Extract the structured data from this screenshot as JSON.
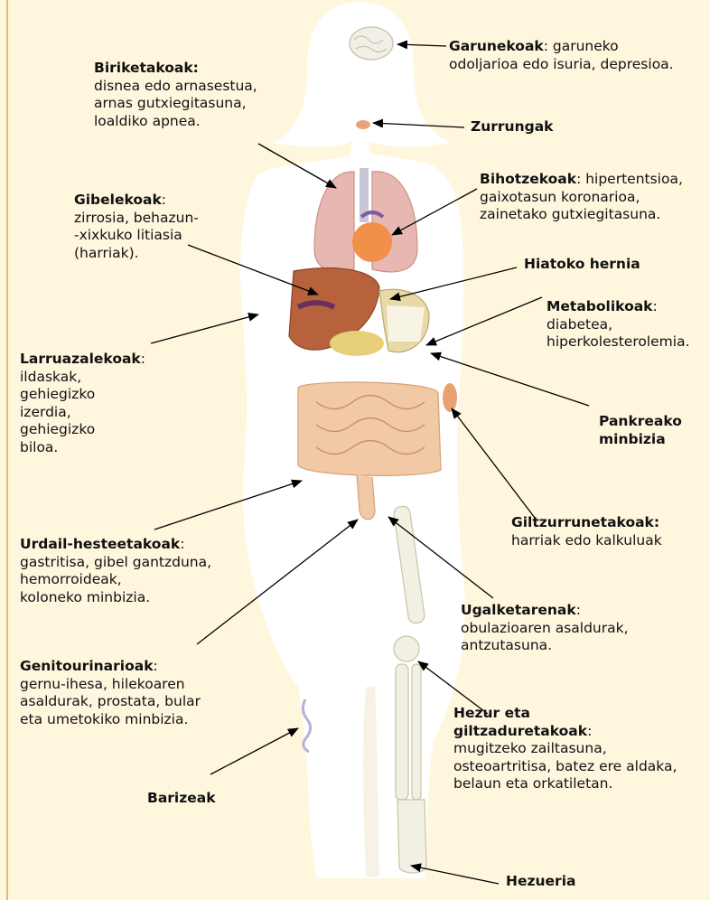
{
  "colors": {
    "background": "#fff6de",
    "body": "#ffffff",
    "border": "#d8c16a",
    "arrow": "#000000"
  },
  "labels": {
    "garunekoak": {
      "title": "Garunekoak",
      "text1": ": garuneko",
      "text2": "odoljarioa edo isuria, depresioa."
    },
    "biriketakoak": {
      "title": "Biriketakoak:",
      "lines": [
        "disnea edo arnasestua,",
        "arnas gutxiegitasuna,",
        "loaldiko apnea."
      ]
    },
    "zurrungak": {
      "title": "Zurrungak"
    },
    "bihotzekoak": {
      "title": "Bihotzekoak",
      "text1": ": hipertentsioa,",
      "lines": [
        "gaixotasun koronarioa,",
        "zainetako gutxiegitasuna."
      ]
    },
    "gibelekoak": {
      "title": "Gibelekoak",
      "colon": ":",
      "lines": [
        "zirrosia, behazun-",
        "-xixkuko litiasia",
        "(harriak)."
      ]
    },
    "hiatoko": {
      "title": "Hiatoko hernia"
    },
    "metabolikoak": {
      "title": "Metabolikoak",
      "colon": ":",
      "lines": [
        "diabetea,",
        "hiperkolesterolemia."
      ]
    },
    "larruazalekoak": {
      "title": "Larruazalekoak",
      "colon": ":",
      "lines": [
        "ildaskak,",
        "gehiegizko",
        "izerdia,",
        "gehiegizko",
        "biloa."
      ]
    },
    "pankreako": {
      "lines": [
        "Pankreako",
        "minbizia"
      ]
    },
    "giltzurrunetakoak": {
      "title": "Giltzurrunetakoak:",
      "lines": [
        "harriak edo kalkuluak"
      ]
    },
    "urdail": {
      "title": "Urdail-hesteetakoak",
      "colon": ":",
      "lines": [
        "gastritisa, gibel gantzduna,",
        "hemorroideak,",
        "koloneko minbizia."
      ]
    },
    "ugalketarenak": {
      "title": "Ugalketarenak",
      "colon": ":",
      "lines": [
        "obulazioaren asaldurak,",
        "antzutasuna."
      ]
    },
    "genitourinarioak": {
      "title": "Genitourinarioak",
      "colon": ":",
      "lines": [
        "gernu-ihesa, hilekoaren",
        "asaldurak, prostata, bular",
        "eta umetokiko minbizia."
      ]
    },
    "hezur": {
      "title1": "Hezur eta",
      "title2": "giltzaduretakoak",
      "colon": ":",
      "lines": [
        "mugitzeko zailtasuna,",
        "osteoartritisa, batez ere aldaka,",
        "belaun eta orkatiletan."
      ]
    },
    "barizeak": {
      "title": "Barizeak"
    },
    "hezueria": {
      "title": "Hezueria"
    }
  }
}
